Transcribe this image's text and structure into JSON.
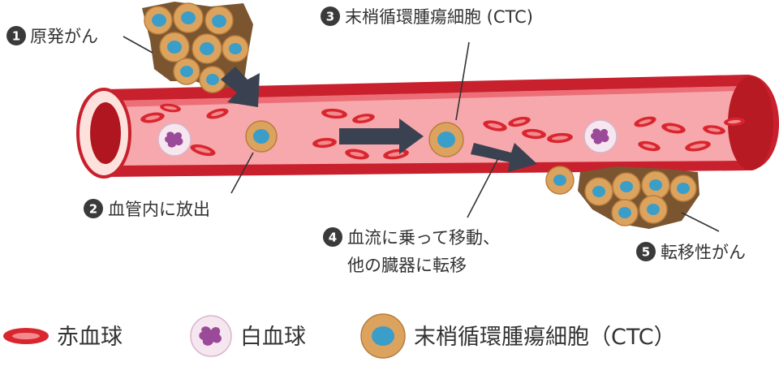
{
  "steps": [
    {
      "number": "1",
      "label": "原発がん"
    },
    {
      "number": "2",
      "label": "血管内に放出"
    },
    {
      "number": "3",
      "label": "末梢循環腫瘍細胞 (CTC)"
    },
    {
      "number": "4",
      "label_line1": "血流に乗って移動、",
      "label_line2": "他の臓器に転移"
    },
    {
      "number": "5",
      "label": "転移性がん"
    }
  ],
  "legend": [
    {
      "label": "赤血球"
    },
    {
      "label": "白血球"
    },
    {
      "label": "末梢循環腫瘍細胞（CTC）"
    }
  ],
  "colors": {
    "vessel_outer": "#c8202c",
    "vessel_inner": "#f7a8ad",
    "red_cell": "#d9262e",
    "red_cell_center": "#f28a8f",
    "white_cell": "#f6e6f0",
    "white_nucleus": "#9a4a98",
    "ctc_body": "#dca35f",
    "ctc_nucleus": "#3b9ec8",
    "tissue": "#7a5530",
    "arrow": "#3a4150",
    "badge": "#3a3a3a"
  }
}
